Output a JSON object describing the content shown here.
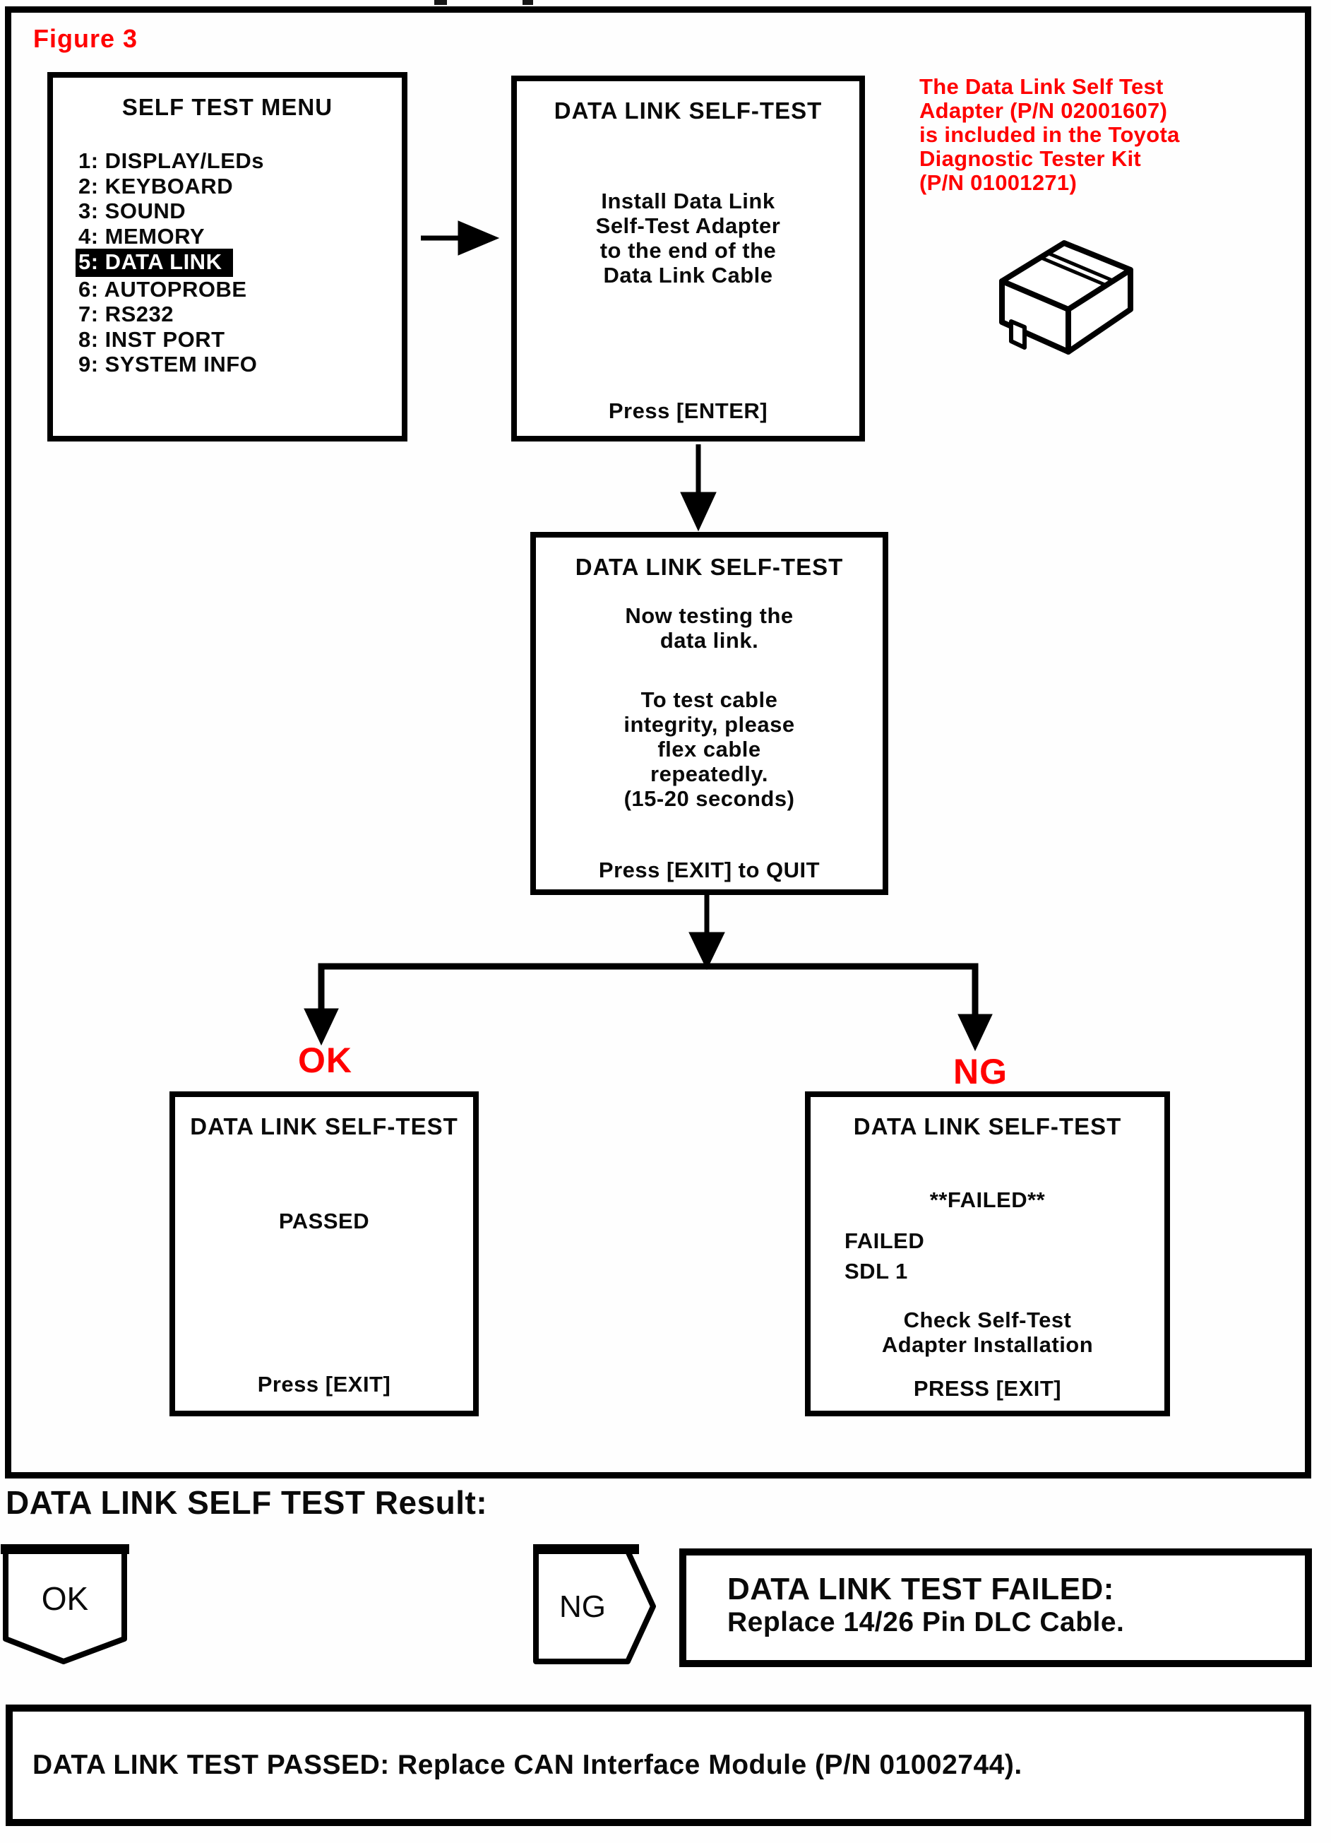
{
  "figure": {
    "label": "Figure 3",
    "colors": {
      "accent_red": "#FF0000",
      "ink": "#000000",
      "paper": "#FFFFFF"
    }
  },
  "menu_screen": {
    "title": "SELF TEST MENU",
    "items": [
      {
        "label": "1: DISPLAY/LEDs",
        "highlighted": false
      },
      {
        "label": "2: KEYBOARD",
        "highlighted": false
      },
      {
        "label": "3: SOUND",
        "highlighted": false
      },
      {
        "label": "4: MEMORY",
        "highlighted": false
      },
      {
        "label": "5: DATA LINK",
        "highlighted": true
      },
      {
        "label": "6: AUTOPROBE",
        "highlighted": false
      },
      {
        "label": "7: RS232",
        "highlighted": false
      },
      {
        "label": "8: INST PORT",
        "highlighted": false
      },
      {
        "label": "9: SYSTEM INFO",
        "highlighted": false
      }
    ]
  },
  "install_screen": {
    "title": "DATA LINK SELF-TEST",
    "lines": [
      "Install Data Link",
      "Self-Test Adapter",
      "to the end of the",
      "Data Link Cable"
    ],
    "action": "Press [ENTER]"
  },
  "adapter_note": {
    "lines": [
      "The Data Link Self Test",
      "Adapter (P/N 02001607)",
      "is included in the Toyota",
      "Diagnostic Tester Kit",
      "(P/N 01001271)"
    ],
    "illustration": "data-link-self-test-adapter"
  },
  "testing_screen": {
    "title": "DATA LINK SELF-TEST",
    "para1": [
      "Now testing the",
      "data link."
    ],
    "para2": [
      "To test cable",
      "integrity, please",
      "flex cable",
      "repeatedly.",
      "(15-20 seconds)"
    ],
    "action": "Press [EXIT] to QUIT"
  },
  "branch": {
    "ok_label": "OK",
    "ng_label": "NG"
  },
  "passed_screen": {
    "title": "DATA LINK SELF-TEST",
    "status": "PASSED",
    "action": "Press [EXIT]"
  },
  "failed_screen": {
    "title": "DATA LINK SELF-TEST",
    "status": "**FAILED**",
    "detail_lines": [
      "FAILED",
      "SDL 1"
    ],
    "instruction_lines": [
      "Check Self-Test",
      "Adapter Installation"
    ],
    "action": "PRESS [EXIT]"
  },
  "result_section": {
    "heading": "DATA LINK SELF TEST Result:",
    "ok_badge": "OK",
    "ng_badge": "NG",
    "failed_outcome": {
      "line1": "DATA LINK TEST FAILED:",
      "line2": "Replace 14/26 Pin DLC Cable."
    },
    "passed_outcome": "DATA LINK TEST PASSED: Replace CAN Interface Module (P/N 01002744)."
  }
}
